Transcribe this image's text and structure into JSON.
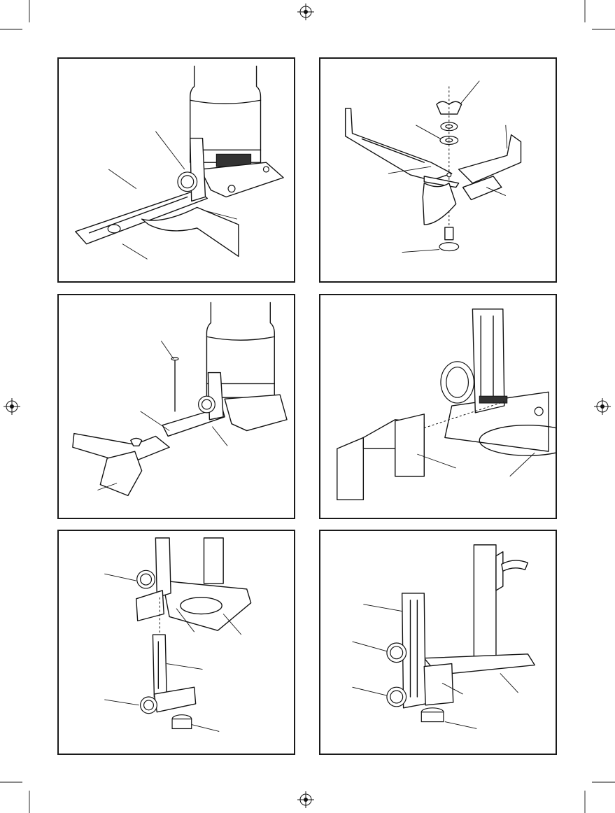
{
  "page": {
    "background": "#ffffff",
    "ink": "#111111"
  },
  "figures": [
    {
      "id": "fig-1",
      "callouts": 4
    },
    {
      "id": "fig-2",
      "callouts": 5
    },
    {
      "id": "fig-3",
      "callouts": 4
    },
    {
      "id": "fig-4",
      "callouts": 2
    },
    {
      "id": "fig-5",
      "callouts": 5
    },
    {
      "id": "fig-6",
      "callouts": 5
    }
  ],
  "icons": {
    "registration_mark": "crosshair-circle-icon",
    "crop_mark": "crop-mark-icon"
  }
}
